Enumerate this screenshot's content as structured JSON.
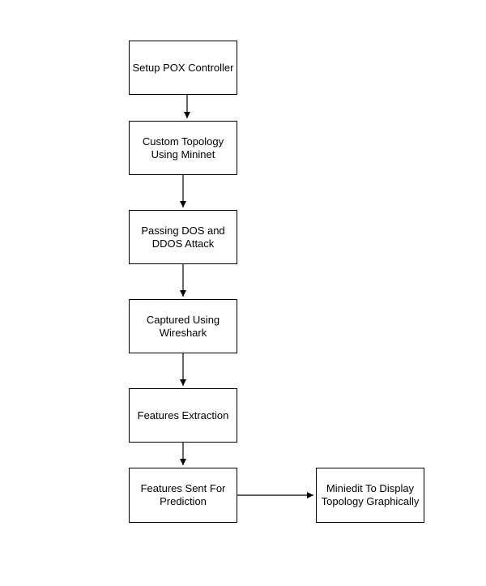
{
  "diagram": {
    "nodes": [
      {
        "id": "setup-pox",
        "label": "Setup POX Controller"
      },
      {
        "id": "custom-topology",
        "label": "Custom Topology Using Mininet"
      },
      {
        "id": "passing-attack",
        "label": "Passing DOS and DDOS Attack"
      },
      {
        "id": "captured-wireshark",
        "label": "Captured Using Wireshark"
      },
      {
        "id": "features-extraction",
        "label": "Features Extraction"
      },
      {
        "id": "features-sent",
        "label": "Features Sent For Prediction"
      },
      {
        "id": "miniedit",
        "label": "Miniedit To Display Topology Graphically"
      }
    ],
    "edges": [
      {
        "from": "setup-pox",
        "to": "custom-topology"
      },
      {
        "from": "custom-topology",
        "to": "passing-attack"
      },
      {
        "from": "passing-attack",
        "to": "captured-wireshark"
      },
      {
        "from": "captured-wireshark",
        "to": "features-extraction"
      },
      {
        "from": "features-extraction",
        "to": "features-sent"
      },
      {
        "from": "features-sent",
        "to": "miniedit"
      }
    ],
    "colors": {
      "stroke": "#000000",
      "fill": "#ffffff"
    }
  }
}
